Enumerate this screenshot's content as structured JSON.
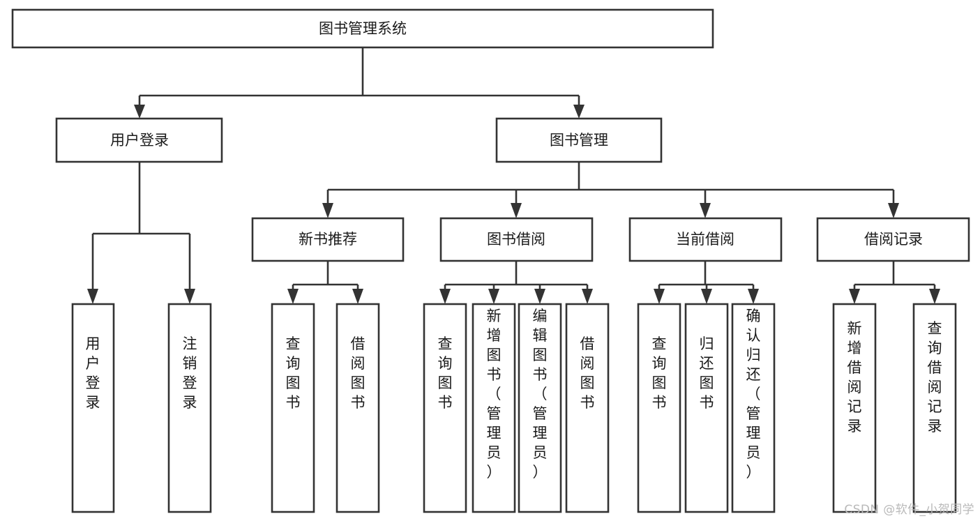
{
  "diagram": {
    "type": "tree-hierarchy",
    "title": "图书管理系统",
    "orientation": "top-down",
    "colors": {
      "box_stroke": "#333333",
      "box_fill": "#ffffff",
      "text": "#1a1a1a",
      "background": "#ffffff",
      "watermark": "#b9b9b9"
    },
    "levels": [
      {
        "level": 1,
        "nodes": [
          {
            "id": "root",
            "label": "图书管理系统",
            "text_orientation": "horizontal"
          }
        ]
      },
      {
        "level": 2,
        "nodes": [
          {
            "id": "user-login",
            "label": "用户登录",
            "text_orientation": "horizontal",
            "parent": "root"
          },
          {
            "id": "book-manage",
            "label": "图书管理",
            "text_orientation": "horizontal",
            "parent": "root"
          }
        ]
      },
      {
        "level": 3,
        "nodes": [
          {
            "id": "new-book-rec",
            "label": "新书推荐",
            "text_orientation": "horizontal",
            "parent": "book-manage"
          },
          {
            "id": "book-borrow",
            "label": "图书借阅",
            "text_orientation": "horizontal",
            "parent": "book-manage"
          },
          {
            "id": "current-borrow",
            "label": "当前借阅",
            "text_orientation": "horizontal",
            "parent": "book-manage"
          },
          {
            "id": "borrow-record",
            "label": "借阅记录",
            "text_orientation": "horizontal",
            "parent": "book-manage"
          }
        ]
      },
      {
        "level": 4,
        "nodes": [
          {
            "id": "leaf-user-login",
            "label": "用户登录",
            "text_orientation": "vertical",
            "parent": "user-login"
          },
          {
            "id": "leaf-user-logout",
            "label": "注销登录",
            "text_orientation": "vertical",
            "parent": "user-login"
          },
          {
            "id": "leaf-query-book-1",
            "label": "查询图书",
            "text_orientation": "vertical",
            "parent": "new-book-rec"
          },
          {
            "id": "leaf-borrow-book-1",
            "label": "借阅图书",
            "text_orientation": "vertical",
            "parent": "new-book-rec"
          },
          {
            "id": "leaf-query-book-2",
            "label": "查询图书",
            "text_orientation": "vertical",
            "parent": "book-borrow"
          },
          {
            "id": "leaf-add-book",
            "label": "新增图书（管理员）",
            "text_orientation": "vertical",
            "parent": "book-borrow"
          },
          {
            "id": "leaf-edit-book",
            "label": "编辑图书（管理员）",
            "text_orientation": "vertical",
            "parent": "book-borrow"
          },
          {
            "id": "leaf-borrow-book-2",
            "label": "借阅图书",
            "text_orientation": "vertical",
            "parent": "book-borrow"
          },
          {
            "id": "leaf-query-book-3",
            "label": "查询图书",
            "text_orientation": "vertical",
            "parent": "current-borrow"
          },
          {
            "id": "leaf-return-book",
            "label": "归还图书",
            "text_orientation": "vertical",
            "parent": "current-borrow"
          },
          {
            "id": "leaf-confirm-return",
            "label": "确认归还（管理员）",
            "text_orientation": "vertical",
            "parent": "current-borrow"
          },
          {
            "id": "leaf-add-record",
            "label": "新增借阅记录",
            "text_orientation": "vertical",
            "parent": "borrow-record"
          },
          {
            "id": "leaf-query-record",
            "label": "查询借阅记录",
            "text_orientation": "vertical",
            "parent": "borrow-record"
          }
        ]
      }
    ]
  },
  "watermark": {
    "text": "CSDN @软件_小贺同学"
  }
}
